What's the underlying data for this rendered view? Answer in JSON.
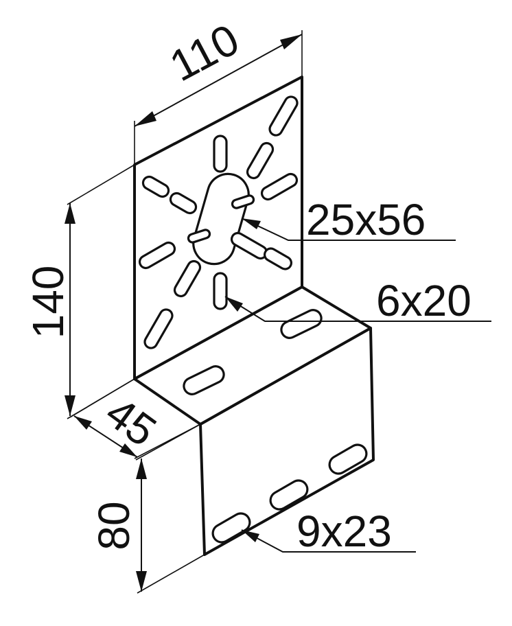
{
  "dimensions": {
    "width_label": "110",
    "height_label": "140",
    "depth_label": "45",
    "lower_height_label": "80"
  },
  "callouts": {
    "center_slot": "25x56",
    "radial_slot": "6x20",
    "base_slot": "9x23"
  },
  "colors": {
    "stroke": "#111111",
    "background": "#ffffff"
  }
}
